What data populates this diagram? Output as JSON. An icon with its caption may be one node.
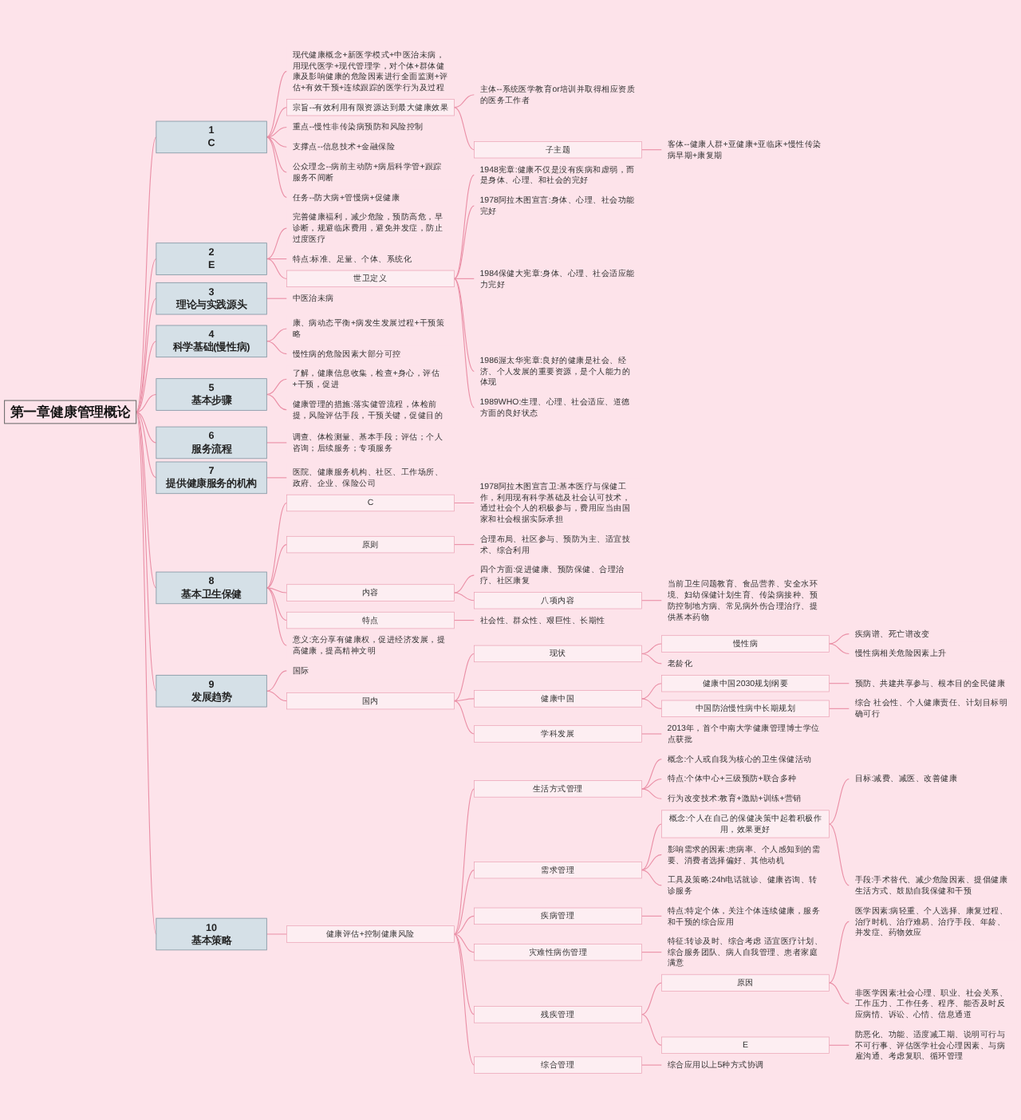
{
  "diagram": {
    "nodes": [
      {
        "text": [
          "第一章健康管理概论"
        ]
      },
      {
        "text": [
          "1",
          "C"
        ]
      },
      {
        "text": [
          "现代健康概念+新医学模式+中医治未病，用现代医学+现代管理学，对个体+群体健康及影响健康的危险因素进行全面监测+评估+有效干预+连续跟踪的医学行为及过程"
        ]
      },
      {
        "text": [
          "宗旨--有效利用有限资源达到最大健康效果"
        ]
      },
      {
        "text": [
          "主体--系统医学教育or培训并取得相应资质的医务工作者"
        ]
      },
      {
        "text": [
          "子主题"
        ]
      },
      {
        "text": [
          "客体--健康人群+亚健康+亚临床+慢性传染病早期+康复期"
        ]
      },
      {
        "text": [
          "重点--慢性非传染病预防和风险控制"
        ]
      },
      {
        "text": [
          "支撑点--信息技术+金融保险"
        ]
      },
      {
        "text": [
          "公众理念--病前主动防+病后科学管+跟踪服务不间断"
        ]
      },
      {
        "text": [
          "任务--防大病+管慢病+促健康"
        ]
      },
      {
        "text": [
          "2",
          "E"
        ]
      },
      {
        "text": [
          "完善健康福利，减少危险，预防高危，早诊断，规避临床费用，避免并发症，防止过度医疗"
        ]
      },
      {
        "text": [
          "特点:标准、足量、个体、系统化"
        ]
      },
      {
        "text": [
          "世卫定义"
        ]
      },
      {
        "text": [
          "1948宪章:健康不仅是没有疾病和虚弱，而是身体、心理、和社会的完好"
        ]
      },
      {
        "text": [
          "1978阿拉木图宣言:身体、心理、社会功能完好"
        ]
      },
      {
        "text": [
          "1984保健大宪章:身体、心理、社会适应能力完好"
        ]
      },
      {
        "text": [
          "1986渥太华宪章:良好的健康是社会、经济、个人发展的重要资源，是个人能力的体现"
        ]
      },
      {
        "text": [
          "1989WHO:生理、心理、社会适应、道德方面的良好状态"
        ]
      },
      {
        "text": [
          "3",
          "理论与实践源头"
        ]
      },
      {
        "text": [
          "中医治未病"
        ]
      },
      {
        "text": [
          "4",
          "科学基础(慢性病)"
        ]
      },
      {
        "text": [
          "康、病动态平衡+病发生发展过程+干预策略"
        ]
      },
      {
        "text": [
          "慢性病的危险因素大部分可控"
        ]
      },
      {
        "text": [
          "5",
          "基本步骤"
        ]
      },
      {
        "text": [
          "了解，健康信息收集，检查+身心，评估+干预，促进"
        ]
      },
      {
        "text": [
          "健康管理的措施:落实健管流程，体检前提，风险评估手段，干预关键，促健目的"
        ]
      },
      {
        "text": [
          "6",
          "服务流程"
        ]
      },
      {
        "text": [
          "调查、体检测量、基本手段；评估；个人咨询；后续服务；专项服务"
        ]
      },
      {
        "text": [
          "7",
          "提供健康服务的机构"
        ]
      },
      {
        "text": [
          "医院、健康服务机构、社区、工作场所、政府、企业、保险公司"
        ]
      },
      {
        "text": [
          "8",
          "基本卫生保健"
        ]
      },
      {
        "text": [
          "C"
        ]
      },
      {
        "text": [
          "1978阿拉木图宣言卫:基本医疗与保健工作，利用现有科学基础及社会认可技术，通过社会个人的积极参与，费用应当由国家和社会根据实际承担"
        ]
      },
      {
        "text": [
          "原则"
        ]
      },
      {
        "text": [
          "合理布局、社区参与、预防为主、适宜技术、综合利用"
        ]
      },
      {
        "text": [
          "内容"
        ]
      },
      {
        "text": [
          "四个方面:促进健康、预防保健、合理治疗、社区康复"
        ]
      },
      {
        "text": [
          "八项内容"
        ]
      },
      {
        "text": [
          "当前卫生问题教育、食品营养、安全水环境、妇幼保健计划生育、传染病接种、预防控制地方病、常见病外伤合理治疗、提供基本药物"
        ]
      },
      {
        "text": [
          "特点"
        ]
      },
      {
        "text": [
          "社会性、群众性、艰巨性、长期性"
        ]
      },
      {
        "text": [
          "意义:充分享有健康权，促进经济发展，提高健康，提高精神文明"
        ]
      },
      {
        "text": [
          "9",
          "发展趋势"
        ]
      },
      {
        "text": [
          "国际"
        ]
      },
      {
        "text": [
          "国内"
        ]
      },
      {
        "text": [
          "现状"
        ]
      },
      {
        "text": [
          "慢性病"
        ]
      },
      {
        "text": [
          "疾病谱、死亡谱改变"
        ]
      },
      {
        "text": [
          "慢性病相关危险因素上升"
        ]
      },
      {
        "text": [
          "老龄化"
        ]
      },
      {
        "text": [
          "健康中国"
        ]
      },
      {
        "text": [
          "健康中国2030规划纲要"
        ]
      },
      {
        "text": [
          "预防、共建共享参与、根本目的全民健康"
        ]
      },
      {
        "text": [
          "中国防治慢性病中长期规划"
        ]
      },
      {
        "text": [
          "综合 社会性、个人健康责任、计划目标明确可行"
        ]
      },
      {
        "text": [
          "学科发展"
        ]
      },
      {
        "text": [
          "2013年，首个中南大学健康管理博士学位点获批"
        ]
      },
      {
        "text": [
          "10",
          "基本策略"
        ]
      },
      {
        "text": [
          "健康评估+控制健康风险"
        ]
      },
      {
        "text": [
          "生活方式管理"
        ]
      },
      {
        "text": [
          "概念:个人或自我为核心的卫生保健活动"
        ]
      },
      {
        "text": [
          "特点:个体中心+三级预防+联合多种"
        ]
      },
      {
        "text": [
          "行为改变技术:教育+激励+训练+营销"
        ]
      },
      {
        "text": [
          "需求管理"
        ]
      },
      {
        "text": [
          "概念:个人在自己的保健决策中起着积极作用，效果更好"
        ]
      },
      {
        "text": [
          "目标:减费、减医、改善健康"
        ]
      },
      {
        "text": [
          "手段:手术替代、减少危险因素、提倡健康生活方式、鼓励自我保健和干预"
        ]
      },
      {
        "text": [
          "影响需求的因素:患病率、个人感知到的需要、消费者选择偏好、其他动机"
        ]
      },
      {
        "text": [
          "工具及策略:24h电话就诊、健康咨询、转诊服务"
        ]
      },
      {
        "text": [
          "疾病管理"
        ]
      },
      {
        "text": [
          "特点:特定个体，关注个体连续健康，服务和干预的综合应用"
        ]
      },
      {
        "text": [
          "灾难性病伤管理"
        ]
      },
      {
        "text": [
          "特征:转诊及时、综合考虑 适宜医疗计划、综合服务团队、病人自我管理、患者家庭满意"
        ]
      },
      {
        "text": [
          "残疾管理"
        ]
      },
      {
        "text": [
          "原因"
        ]
      },
      {
        "text": [
          "医学因素:病轻重、个人选择、康复过程、治疗时机、治疗难易、治疗手段、年龄、并发症、药物效应"
        ]
      },
      {
        "text": [
          "非医学因素:社会心理、职业、社会关系、工作压力、工作任务、程序、能否及时反应病情、诉讼、心情、信息通道"
        ]
      },
      {
        "text": [
          "E"
        ]
      },
      {
        "text": [
          "防恶化、功能、适度减工期、说明可行与不可行事、评估医学社会心理因素、与病雇沟通、考虑复职、循环管理"
        ]
      },
      {
        "text": [
          "综合管理"
        ]
      },
      {
        "text": [
          "综合应用以上5种方式协调"
        ]
      }
    ],
    "edges": [
      {
        "from": 0,
        "to": 1,
        "arrow": "none"
      },
      {
        "from": 1,
        "to": 2,
        "arrow": "none"
      },
      {
        "from": 1,
        "to": 3,
        "arrow": "none"
      },
      {
        "from": 3,
        "to": 4,
        "arrow": "none"
      },
      {
        "from": 3,
        "to": 5,
        "arrow": "none"
      },
      {
        "from": 5,
        "to": 6,
        "arrow": "none"
      },
      {
        "from": 1,
        "to": 7,
        "arrow": "none"
      },
      {
        "from": 1,
        "to": 8,
        "arrow": "none"
      },
      {
        "from": 1,
        "to": 9,
        "arrow": "none"
      },
      {
        "from": 1,
        "to": 10,
        "arrow": "none"
      },
      {
        "from": 0,
        "to": 11,
        "arrow": "none"
      },
      {
        "from": 11,
        "to": 12,
        "arrow": "none"
      },
      {
        "from": 11,
        "to": 13,
        "arrow": "none"
      },
      {
        "from": 11,
        "to": 14,
        "arrow": "none"
      },
      {
        "from": 14,
        "to": 15,
        "arrow": "none"
      },
      {
        "from": 14,
        "to": 16,
        "arrow": "none"
      },
      {
        "from": 14,
        "to": 17,
        "arrow": "none"
      },
      {
        "from": 14,
        "to": 18,
        "arrow": "none"
      },
      {
        "from": 14,
        "to": 19,
        "arrow": "none"
      },
      {
        "from": 0,
        "to": 20,
        "arrow": "none"
      },
      {
        "from": 20,
        "to": 21,
        "arrow": "none"
      },
      {
        "from": 0,
        "to": 22,
        "arrow": "none"
      },
      {
        "from": 22,
        "to": 23,
        "arrow": "none"
      },
      {
        "from": 22,
        "to": 24,
        "arrow": "none"
      },
      {
        "from": 0,
        "to": 25,
        "arrow": "none"
      },
      {
        "from": 25,
        "to": 26,
        "arrow": "none"
      },
      {
        "from": 25,
        "to": 27,
        "arrow": "none"
      },
      {
        "from": 0,
        "to": 28,
        "arrow": "none"
      },
      {
        "from": 28,
        "to": 29,
        "arrow": "none"
      },
      {
        "from": 0,
        "to": 30,
        "arrow": "none"
      },
      {
        "from": 30,
        "to": 31,
        "arrow": "none"
      },
      {
        "from": 0,
        "to": 32,
        "arrow": "none"
      },
      {
        "from": 32,
        "to": 33,
        "arrow": "none"
      },
      {
        "from": 33,
        "to": 34,
        "arrow": "none"
      },
      {
        "from": 32,
        "to": 35,
        "arrow": "none"
      },
      {
        "from": 35,
        "to": 36,
        "arrow": "none"
      },
      {
        "from": 32,
        "to": 37,
        "arrow": "none"
      },
      {
        "from": 37,
        "to": 38,
        "arrow": "none"
      },
      {
        "from": 37,
        "to": 39,
        "arrow": "none"
      },
      {
        "from": 39,
        "to": 40,
        "arrow": "none"
      },
      {
        "from": 32,
        "to": 41,
        "arrow": "none"
      },
      {
        "from": 41,
        "to": 42,
        "arrow": "none"
      },
      {
        "from": 32,
        "to": 43,
        "arrow": "none"
      },
      {
        "from": 0,
        "to": 44,
        "arrow": "none"
      },
      {
        "from": 44,
        "to": 45,
        "arrow": "none"
      },
      {
        "from": 44,
        "to": 46,
        "arrow": "none"
      },
      {
        "from": 46,
        "to": 47,
        "arrow": "none"
      },
      {
        "from": 47,
        "to": 48,
        "arrow": "none"
      },
      {
        "from": 48,
        "to": 49,
        "arrow": "none"
      },
      {
        "from": 48,
        "to": 50,
        "arrow": "none"
      },
      {
        "from": 47,
        "to": 51,
        "arrow": "none"
      },
      {
        "from": 46,
        "to": 52,
        "arrow": "none"
      },
      {
        "from": 52,
        "to": 53,
        "arrow": "none"
      },
      {
        "from": 53,
        "to": 54,
        "arrow": "none"
      },
      {
        "from": 52,
        "to": 55,
        "arrow": "none"
      },
      {
        "from": 55,
        "to": 56,
        "arrow": "none"
      },
      {
        "from": 46,
        "to": 57,
        "arrow": "none"
      },
      {
        "from": 57,
        "to": 58,
        "arrow": "none"
      },
      {
        "from": 0,
        "to": 59,
        "arrow": "none"
      },
      {
        "from": 59,
        "to": 60,
        "arrow": "none"
      },
      {
        "from": 60,
        "to": 61,
        "arrow": "none"
      },
      {
        "from": 61,
        "to": 62,
        "arrow": "none"
      },
      {
        "from": 61,
        "to": 63,
        "arrow": "none"
      },
      {
        "from": 61,
        "to": 64,
        "arrow": "none"
      },
      {
        "from": 60,
        "to": 65,
        "arrow": "none"
      },
      {
        "from": 65,
        "to": 66,
        "arrow": "none"
      },
      {
        "from": 66,
        "to": 67,
        "arrow": "none"
      },
      {
        "from": 66,
        "to": 68,
        "arrow": "none"
      },
      {
        "from": 65,
        "to": 69,
        "arrow": "none"
      },
      {
        "from": 65,
        "to": 70,
        "arrow": "none"
      },
      {
        "from": 60,
        "to": 71,
        "arrow": "none"
      },
      {
        "from": 71,
        "to": 72,
        "arrow": "none"
      },
      {
        "from": 60,
        "to": 73,
        "arrow": "none"
      },
      {
        "from": 73,
        "to": 74,
        "arrow": "none"
      },
      {
        "from": 60,
        "to": 75,
        "arrow": "none"
      },
      {
        "from": 75,
        "to": 76,
        "arrow": "none"
      },
      {
        "from": 76,
        "to": 77,
        "arrow": "none"
      },
      {
        "from": 76,
        "to": 78,
        "arrow": "none"
      },
      {
        "from": 75,
        "to": 79,
        "arrow": "none"
      },
      {
        "from": 79,
        "to": 80,
        "arrow": "none"
      },
      {
        "from": 60,
        "to": 81,
        "arrow": "none"
      },
      {
        "from": 81,
        "to": 82,
        "arrow": "none"
      }
    ]
  }
}
